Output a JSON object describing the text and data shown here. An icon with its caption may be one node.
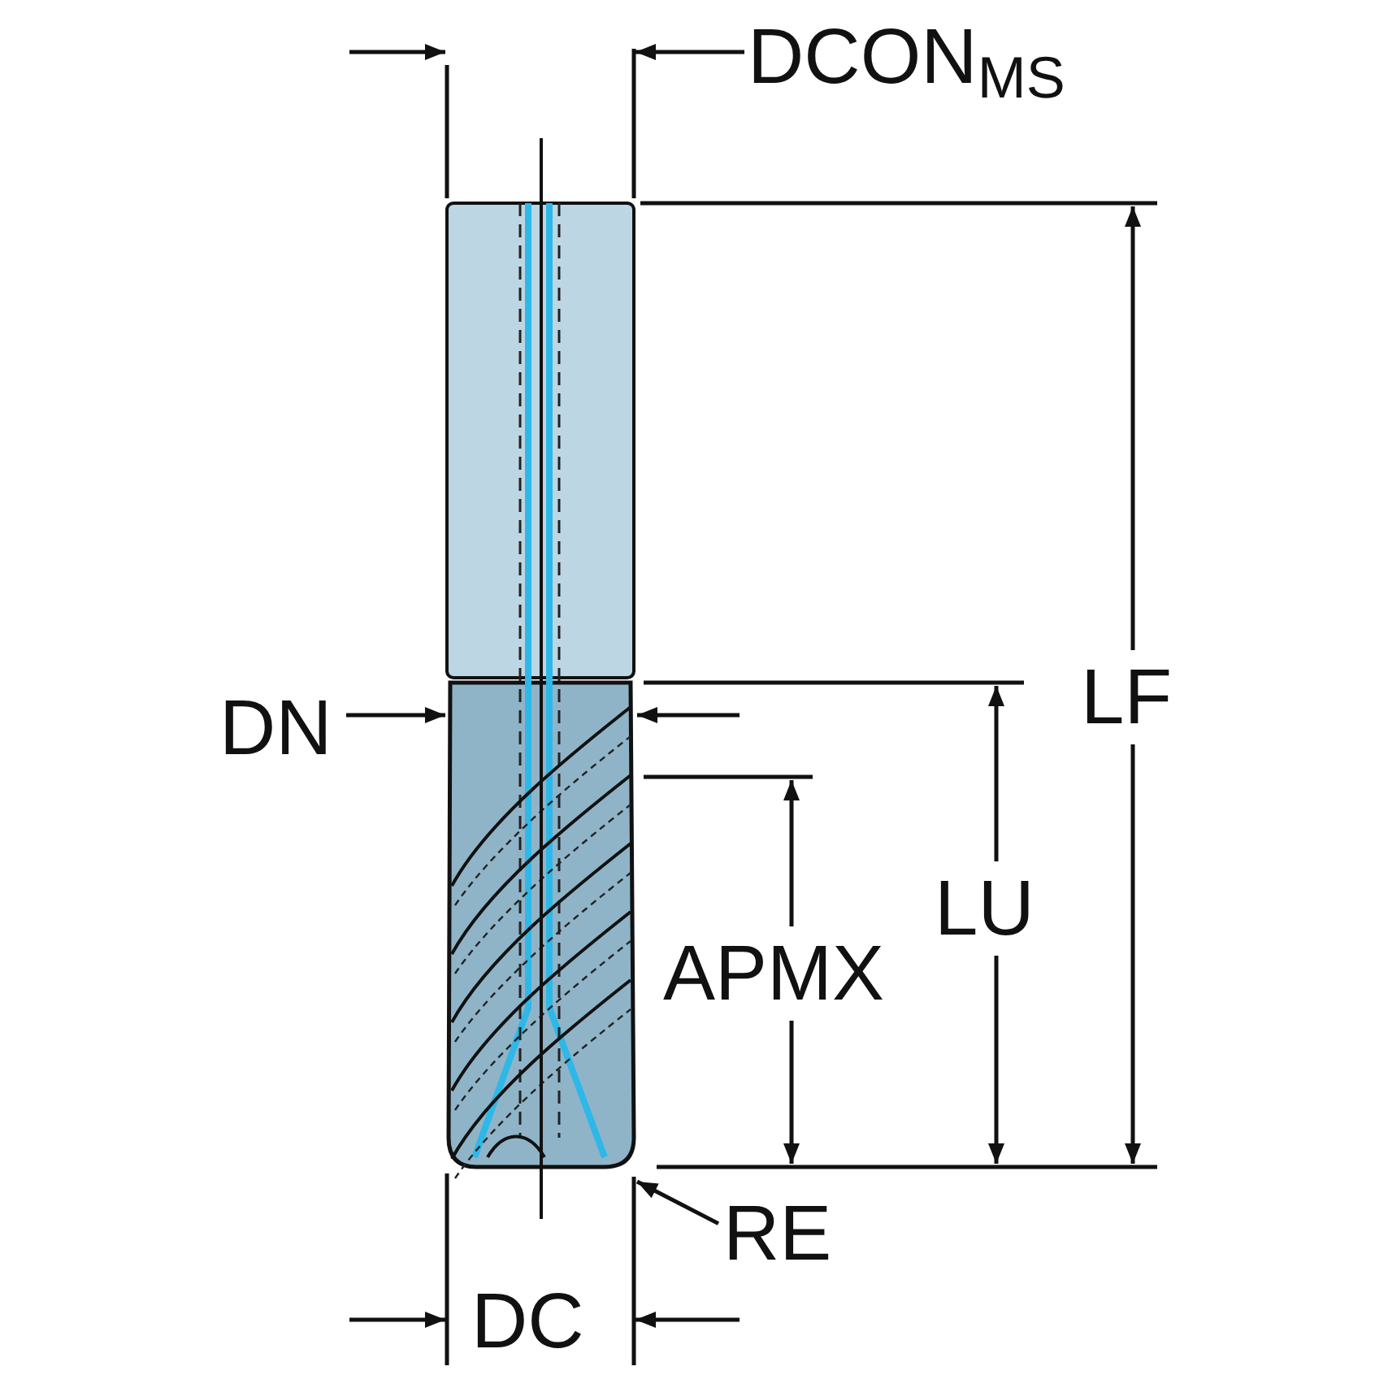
{
  "diagram": {
    "nodes": [
      {
        "text": [
          "RE"
        ]
      },
      {
        "text": [],
        "shape": "picture"
      }
    ],
    "edges": [
      {
        "from": 0,
        "to": 1,
        "arrow": "to"
      }
    ],
    "labels": [
      "DCON$_{MS}$",
      "DN",
      "LF",
      "LU",
      "APMX",
      "DC"
    ]
  }
}
